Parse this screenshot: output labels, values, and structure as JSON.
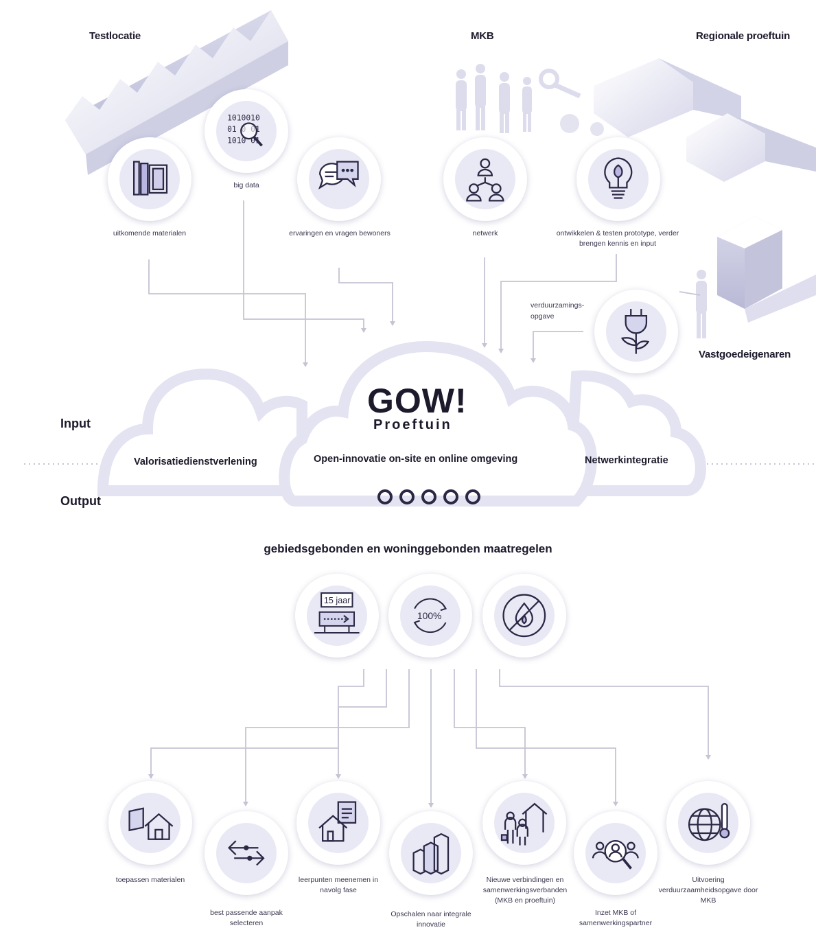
{
  "headers": {
    "testlocatie": "Testlocatie",
    "mkb": "MKB",
    "regionale_proeftuin": "Regionale proeftuin",
    "vastgoedeigenaren": "Vastgoedeigenaren"
  },
  "input_nodes": {
    "materialen": "uitkomende materialen",
    "big_data": "big data",
    "bewoners": "ervaringen en vragen bewoners",
    "netwerk": "netwerk",
    "prototype": "ontwikkelen & testen prototype, verder brengen kennis en input",
    "verduurzaming": "verduurzamings-opgave"
  },
  "big_data_digits": [
    "1010010",
    "01 0 01",
    "1010 01"
  ],
  "side_labels": {
    "input": "Input",
    "output": "Output"
  },
  "cloud": {
    "logo": "GOW!",
    "logo_sub": "Proeftuin",
    "left": "Valorisatiedienstverlening",
    "center": "Open-innovatie on-site en online omgeving",
    "right": "Netwerkintegratie"
  },
  "measures_title": "gebiedsgebonden en woninggebonden maatregelen",
  "measures": {
    "jaar": "15 jaar",
    "percent": "100%"
  },
  "outputs": {
    "toepassen": "toepassen materialen",
    "best_passende": "best passende aanpak selecteren",
    "leerpunten": "leerpunten meenemen in navolg fase",
    "opschalen": "Opschalen naar integrale innovatie",
    "nieuwe": "Nieuwe verbindingen en samenwerkingsverbanden (MKB en proeftuin)",
    "inzet": "Inzet MKB of samenwerkingspartner",
    "uitvoering": "Uitvoering verduurzaamheidsopgave door MKB"
  },
  "colors": {
    "accent": "#7b78c9",
    "icon_stroke": "#2b2845",
    "circle_fill": "#e9e9f5",
    "line": "#c4c4d4",
    "cloud": "#e6e6f2"
  }
}
